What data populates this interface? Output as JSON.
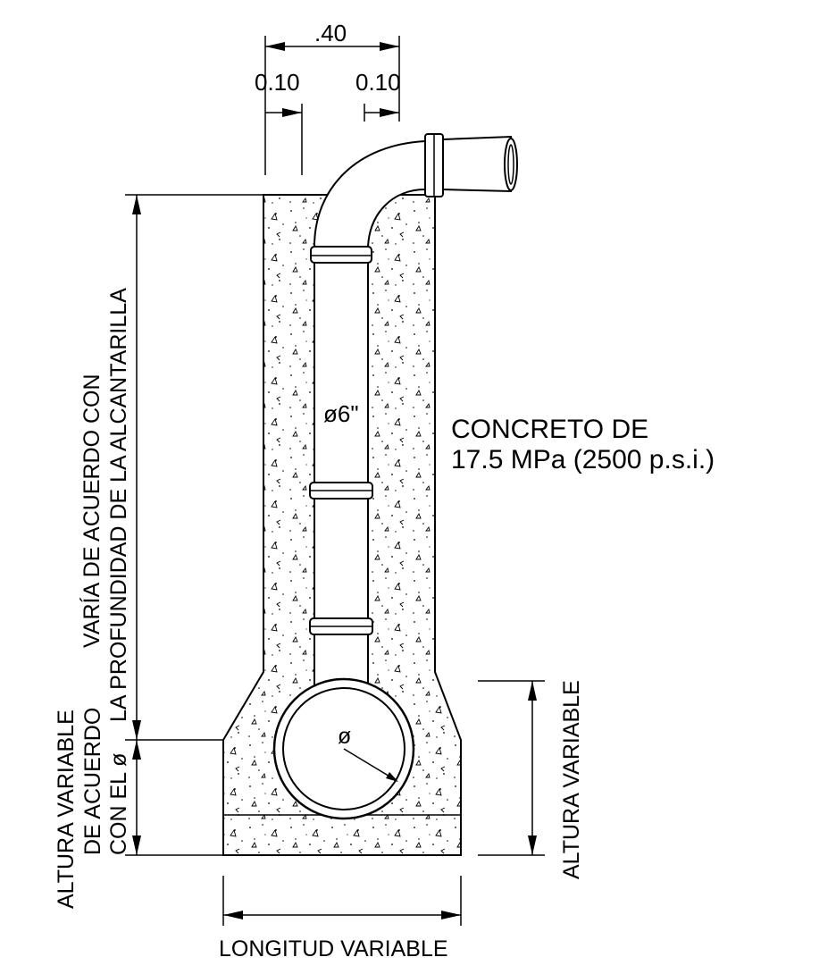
{
  "dimensions": {
    "total_width": ".40",
    "left_offset": "0.10",
    "right_offset": "0.10"
  },
  "labels": {
    "pipe_diameter": "ø6\"",
    "main_pipe_diameter": "ø",
    "concrete_line1": "CONCRETO DE",
    "concrete_line2": "17.5 MPa (2500 p.s.i.)",
    "depth_line1": "VARÍA DE ACUERDO CON",
    "depth_line2": "LA PROFUNDIDAD DE LA ALCANTARILLA",
    "base_line1": "ALTURA VARIABLE",
    "base_line2": "DE ACUERDO",
    "base_line3": "CON EL ø",
    "right_height": "ALTURA VARIABLE",
    "bottom_length": "LONGITUD VARIABLE"
  }
}
